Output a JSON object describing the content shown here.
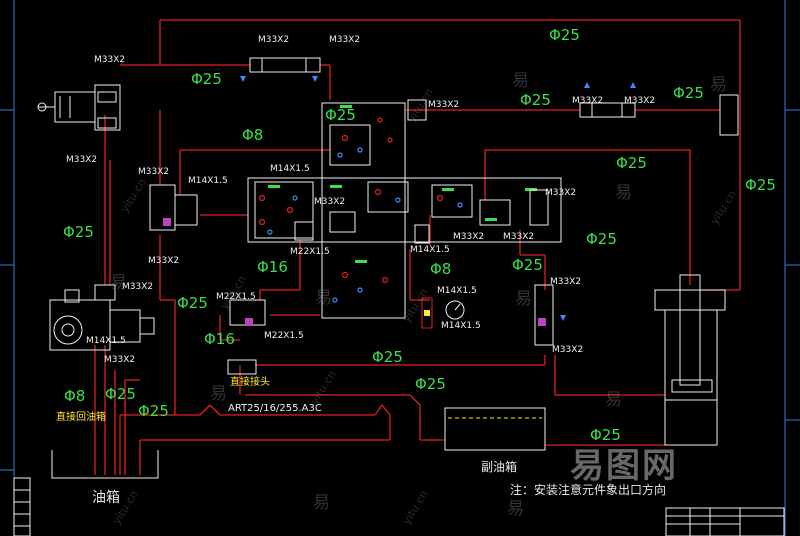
{
  "colors": {
    "background": "#000000",
    "pipe": "#e02020",
    "component": "#f0f0f0",
    "dimension": "#39e04a",
    "accent": "#ffe23a",
    "fitting": "#3a8cff"
  },
  "labels": {
    "m33_a": "M33X2",
    "m33_b": "M33X2",
    "m33_c": "M33X2",
    "m33_d": "M33X2",
    "m33_e": "M33X2",
    "m33_f": "M33X2",
    "m33_g": "M33X2",
    "m33_h": "M33X2",
    "m33_i": "M33X2",
    "m33_j": "M33X2",
    "m33_k": "M33X2",
    "m33_l": "M33X2",
    "m33_m": "M33X2",
    "m33_n": "M33X2",
    "m33_o": "M33X2",
    "m33_p": "M33X2",
    "m33_q": "M33X2",
    "m14_a": "M14X1.5",
    "m14_b": "M14X1.5",
    "m14_c": "M14X1.5",
    "m14_d": "M14X1.5",
    "m14_e": "M14X1.5",
    "m14_f": "M14X1.5",
    "m22_a": "M22X1.5",
    "m22_b": "M22X1.5",
    "m22_c": "M22X1.5",
    "d25_a": "Φ25",
    "d25_b": "Φ25",
    "d25_c": "Φ25",
    "d25_d": "Φ25",
    "d25_e": "Φ25",
    "d25_f": "Φ25",
    "d25_g": "Φ25",
    "d25_h": "Φ25",
    "d25_i": "Φ25",
    "d25_j": "Φ25",
    "d25_k": "Φ25",
    "d25_l": "Φ25",
    "d25_m": "Φ25",
    "d25_n": "Φ25",
    "d25_o": "Φ25",
    "d25_p": "Φ25",
    "d8_a": "Φ8",
    "d8_b": "Φ8",
    "d8_c": "Φ8",
    "d16_a": "Φ16",
    "d16_b": "Φ16",
    "joint": "直接接头",
    "part_no": "ART25/16/255.A3C",
    "direct_return": "直接回油箱",
    "aux_tank": "副油箱",
    "main_tank": "油箱",
    "install_note": "注：安装注意元件象出口方向"
  },
  "watermark": {
    "char": "易",
    "site": "yitu.cn",
    "brand": "易图网"
  }
}
